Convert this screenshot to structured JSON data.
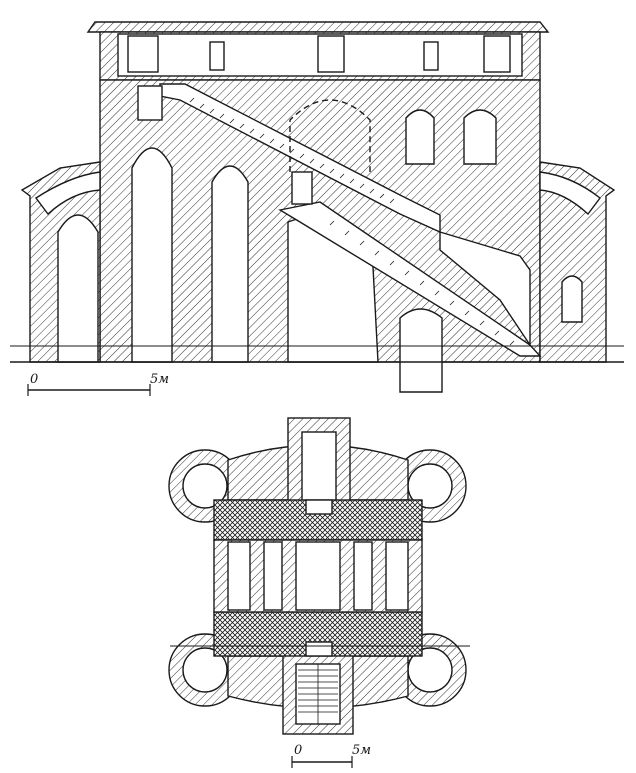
{
  "section_scale": {
    "zero": "0",
    "end": "5м"
  },
  "plan_scale": {
    "zero": "0",
    "end": "5м"
  },
  "colors": {
    "ink": "#1a1a1a",
    "paper": "#ffffff"
  }
}
